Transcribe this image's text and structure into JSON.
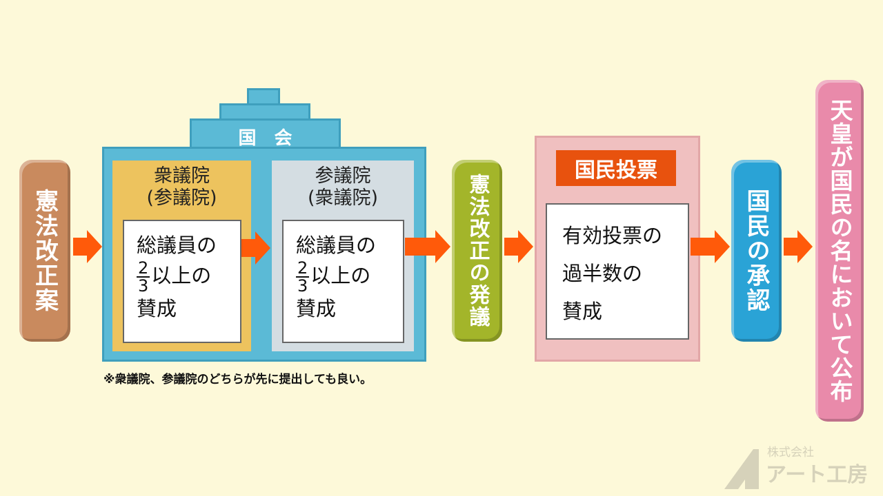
{
  "steps": {
    "proposal": "憲法改正案",
    "diet": {
      "title": "国　会",
      "first_house": {
        "name": "衆議院",
        "alt": "(参議院)"
      },
      "second_house": {
        "name": "参議院",
        "alt": "(衆議院)"
      },
      "requirement": {
        "line1": "総議員の",
        "numerator": "2",
        "denominator": "3",
        "line2": "以上の",
        "line3": "賛成"
      }
    },
    "initiative": "憲法改正の発議",
    "referendum": {
      "title": "国民投票",
      "line1": "有効投票の",
      "line2": "過半数の",
      "line3": "賛成"
    },
    "approval": "国民の承認",
    "promulgation": "天皇が国民の名において公布"
  },
  "note": "※衆議院、参議院のどちらが先に提出しても良い。",
  "logo": {
    "company_type": "株式会社",
    "name": "アート工房"
  },
  "colors": {
    "arrow": "#ff5a0a",
    "diet": "#5bbad6",
    "proposal": "#c98a5e",
    "initiative": "#a3b52a",
    "approval": "#2aa3d6",
    "promulgation": "#e98aaa"
  }
}
